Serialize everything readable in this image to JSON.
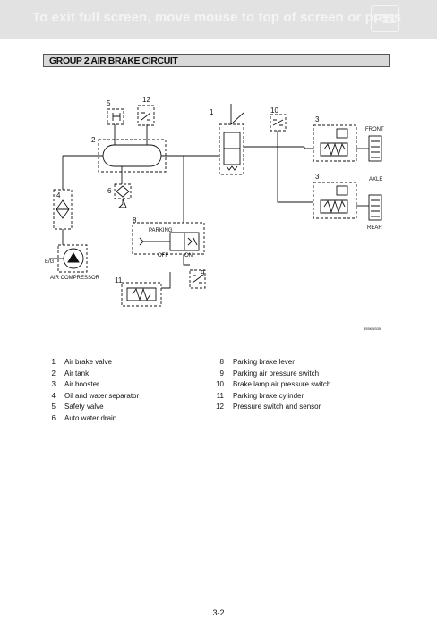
{
  "banner": {
    "message": "To exit full screen, move mouse to top of screen or press",
    "key": "F11"
  },
  "section": {
    "title": "GROUP  2  AIR BRAKE CIRCUIT"
  },
  "diagram": {
    "callouts": {
      "c1": "1",
      "c2": "2",
      "c3a": "3",
      "c3b": "3",
      "c4": "4",
      "c5": "5",
      "c6": "6",
      "c7": "8",
      "c9": "9",
      "c10": "10",
      "c11": "11",
      "c12": "12"
    },
    "labels": {
      "front": "FRONT",
      "axle": "AXLE",
      "rear": "REAR",
      "parking": "PARKING",
      "off": "OFF",
      "on": "ON",
      "eg": "E/G",
      "air_compressor": "AIR COMPRESSOR",
      "drawing_code": "855KBS05"
    }
  },
  "legend_left": [
    {
      "num": "1",
      "text": "Air brake valve"
    },
    {
      "num": "2",
      "text": "Air tank"
    },
    {
      "num": "3",
      "text": "Air booster"
    },
    {
      "num": "4",
      "text": "Oil and water separator"
    },
    {
      "num": "5",
      "text": "Safety valve"
    },
    {
      "num": "6",
      "text": "Auto water drain"
    }
  ],
  "legend_right": [
    {
      "num": "8",
      "text": "Parking brake lever"
    },
    {
      "num": "9",
      "text": "Parking air pressure switch"
    },
    {
      "num": "10",
      "text": "Brake lamp air pressure switch"
    },
    {
      "num": "11",
      "text": "Parking brake cylinder"
    },
    {
      "num": "12",
      "text": "Pressure switch and sensor"
    }
  ],
  "page": {
    "number": "3-2"
  }
}
